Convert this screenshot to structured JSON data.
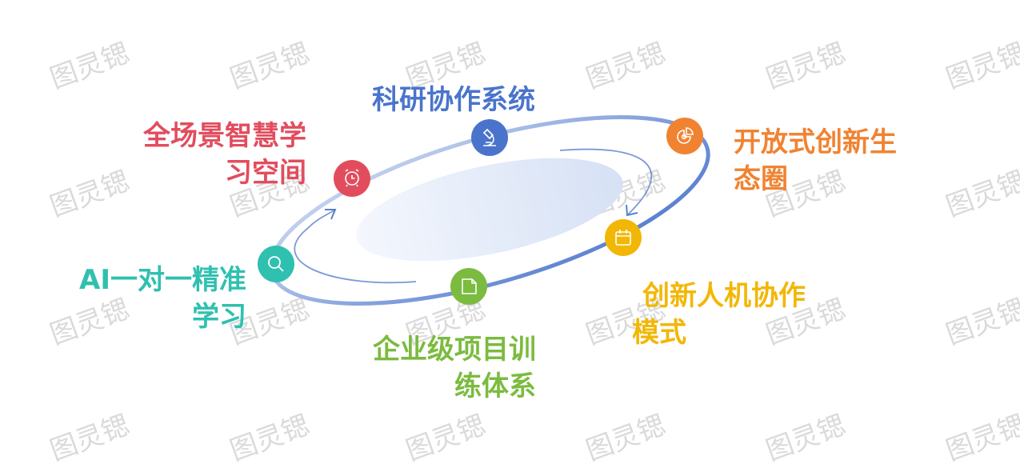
{
  "watermark": "图灵锶",
  "nodes": [
    {
      "id": "smart-space",
      "lines": [
        "全场景智慧学",
        "习空间"
      ],
      "color": "#e24d5e",
      "icon": "alarm-clock-icon"
    },
    {
      "id": "research",
      "lines": [
        "科研协作系统"
      ],
      "color": "#4a74cc",
      "icon": "microscope-icon"
    },
    {
      "id": "open-innovation",
      "lines": [
        "开放式创新生",
        "态圈"
      ],
      "color": "#f08332",
      "icon": "pie-chart-icon"
    },
    {
      "id": "ai-tutoring",
      "lines": [
        "AI一对一精准",
        "学习"
      ],
      "color": "#2fc0b0",
      "icon": "search-icon"
    },
    {
      "id": "enterprise-training",
      "lines": [
        "企业级项目训",
        "练体系"
      ],
      "color": "#7bbb3f",
      "icon": "note-icon"
    },
    {
      "id": "human-machine",
      "lines": [
        "创新人机协作",
        "模式"
      ],
      "color": "#f2b705",
      "icon": "calendar-icon"
    }
  ]
}
